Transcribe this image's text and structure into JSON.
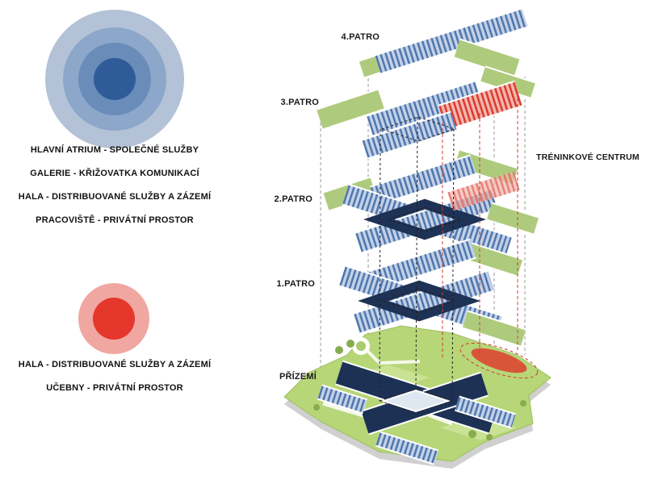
{
  "legend_blue": {
    "rings": [
      "#b3c2d7",
      "#8ca7c9",
      "#6a8cb9",
      "#2f5c99"
    ],
    "lines": [
      "HLAVNÍ ATRIUM - SPOLEČNÉ SLUŽBY",
      "GALERIE - KŘIŽOVATKA KOMUNIKACÍ",
      "HALA - DISTRIBUOVANÉ SLUŽBY A ZÁZEMÍ",
      "PRACOVIŠTĚ - PRIVÁTNÍ PROSTOR"
    ]
  },
  "legend_red": {
    "rings": [
      "#f0a7a1",
      "#e5372b"
    ],
    "lines": [
      "HALA - DISTRIBUOVANÉ SLUŽBY A ZÁZEMÍ",
      "UČEBNY - PRIVÁTNÍ PROSTOR"
    ]
  },
  "axon": {
    "floor_labels": [
      "4.PATRO",
      "3.PATRO",
      "2.PATRO",
      "1.PATRO",
      "PŘÍZEMÍ"
    ],
    "annotation": "TRÉNINKOVÉ CENTRUM",
    "colors": {
      "facade_blue": "#4e77ae",
      "facade_blue_light": "#c3d0e6",
      "slab_green": "#aecb7d",
      "training_red": "#dd3a2e",
      "training_red_light": "#f2b6ae",
      "atrium_navy": "#1e3256",
      "terrain_green": "#b7d678"
    }
  }
}
